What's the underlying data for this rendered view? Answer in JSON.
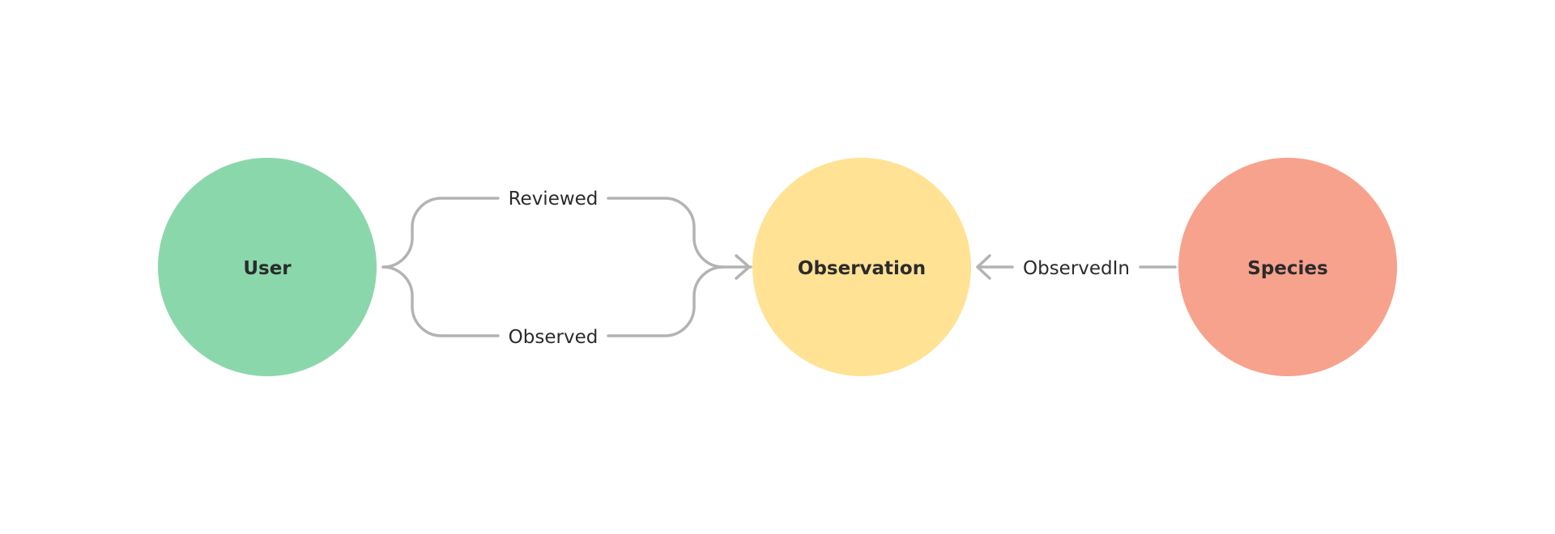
{
  "colors": {
    "user": "#8ad7ab",
    "observation": "#ffe294",
    "species": "#f7a28d",
    "edge": "#b3b3b3",
    "text": "#2b2b2b",
    "background": "#ffffff"
  },
  "nodes": {
    "user": {
      "label": "User"
    },
    "observation": {
      "label": "Observation"
    },
    "species": {
      "label": "Species"
    }
  },
  "edges": {
    "reviewed": {
      "label": "Reviewed",
      "from": "User",
      "to": "Observation"
    },
    "observed": {
      "label": "Observed",
      "from": "User",
      "to": "Observation"
    },
    "observed_in": {
      "label": "ObservedIn",
      "from": "Species",
      "to": "Observation"
    }
  }
}
